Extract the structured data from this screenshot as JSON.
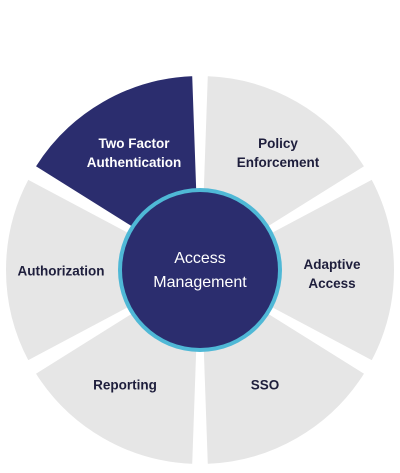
{
  "diagram": {
    "center": {
      "lines": [
        "Access",
        "Management"
      ]
    },
    "segments": [
      {
        "lines": [
          "Policy",
          "Enforcement"
        ],
        "highlighted": false
      },
      {
        "lines": [
          "Adaptive",
          "Access"
        ],
        "highlighted": false
      },
      {
        "lines": [
          "SSO"
        ],
        "highlighted": false
      },
      {
        "lines": [
          "Reporting"
        ],
        "highlighted": false
      },
      {
        "lines": [
          "Authorization"
        ],
        "highlighted": false
      },
      {
        "lines": [
          "Two Factor",
          "Authentication"
        ],
        "highlighted": true
      }
    ],
    "colors": {
      "segment_fill": "#e6e6e6",
      "segment_text": "#1e1e3c",
      "highlight_fill": "#2b2d6e",
      "highlight_text": "#ffffff",
      "center_fill": "#2b2d6e",
      "center_ring": "#4fb8d6",
      "center_text": "#ffffff",
      "separator": "#ffffff"
    }
  }
}
